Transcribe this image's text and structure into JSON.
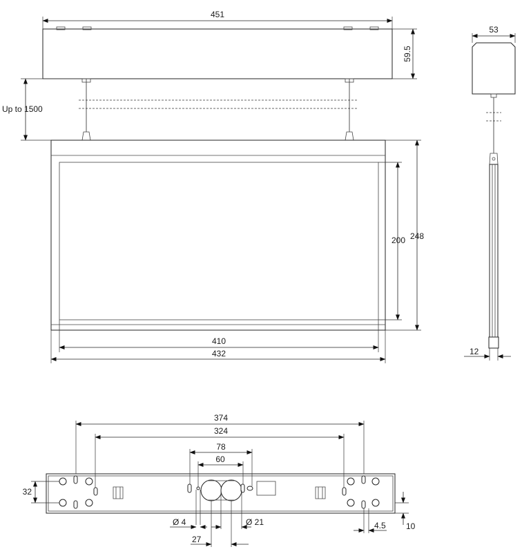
{
  "drawing": {
    "front_view": {
      "canopy_width": "451",
      "canopy_height": "59.5",
      "suspension_length": "Up to 1500",
      "panel_outer_width": "432",
      "panel_inner_width": "410",
      "panel_outer_height": "248",
      "panel_inner_height": "200"
    },
    "side_view": {
      "canopy_depth": "53",
      "panel_thickness": "12"
    },
    "base_plate": {
      "outer_hole_spacing": "374",
      "inner_hole_spacing": "324",
      "center_spacing_outer": "78",
      "center_spacing_inner": "60",
      "vertical_hole_spacing": "32",
      "small_hole_diameter": "Ø 4",
      "large_hole_diameter": "Ø 21",
      "hole_offset": "27",
      "edge_offset": "4.5",
      "bottom_offset": "10"
    }
  }
}
